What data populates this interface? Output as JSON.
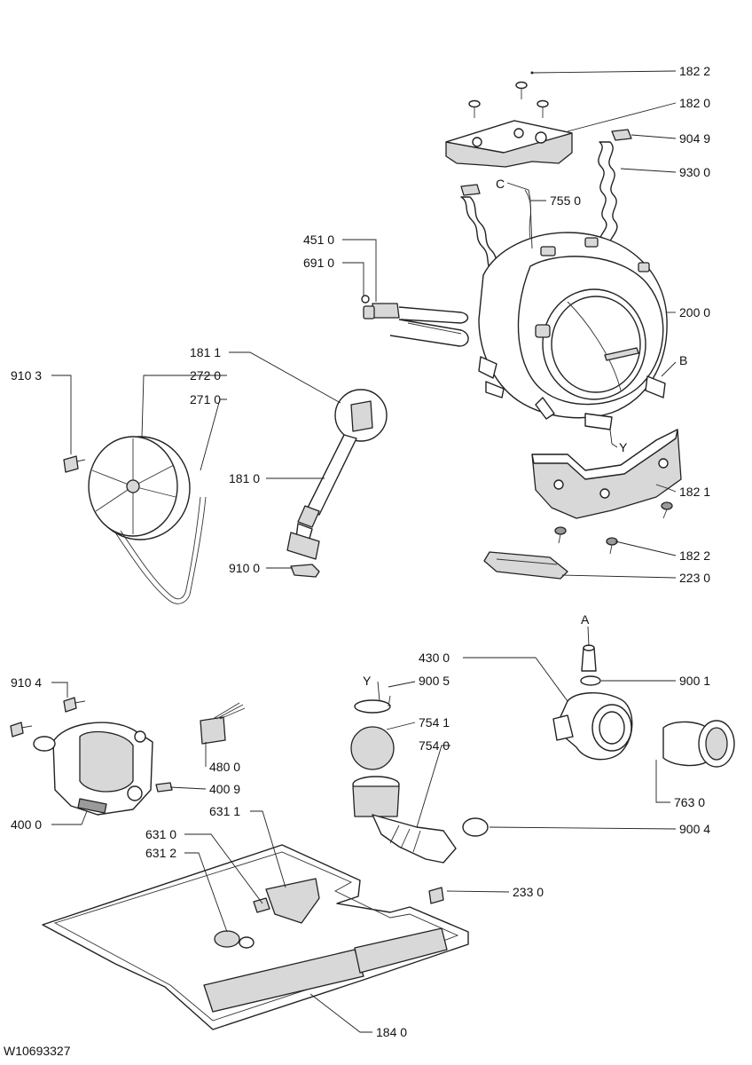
{
  "document_id": "W10693327",
  "callouts": [
    {
      "id": "c1822a",
      "text": "182 2"
    },
    {
      "id": "c1820",
      "text": "182 0"
    },
    {
      "id": "c9049",
      "text": "904 9"
    },
    {
      "id": "c9300",
      "text": "930 0"
    },
    {
      "id": "cC",
      "text": "C"
    },
    {
      "id": "c7550",
      "text": "755 0"
    },
    {
      "id": "c4510",
      "text": "451 0"
    },
    {
      "id": "c6910",
      "text": "691 0"
    },
    {
      "id": "c2000",
      "text": "200 0"
    },
    {
      "id": "cB",
      "text": "B"
    },
    {
      "id": "c1811",
      "text": "181 1"
    },
    {
      "id": "c9103",
      "text": "910 3"
    },
    {
      "id": "c2720",
      "text": "272 0"
    },
    {
      "id": "c2710",
      "text": "271 0"
    },
    {
      "id": "cY1",
      "text": "Y"
    },
    {
      "id": "c1810",
      "text": "181 0"
    },
    {
      "id": "c1821",
      "text": "182 1"
    },
    {
      "id": "c1822b",
      "text": "182 2"
    },
    {
      "id": "c9100",
      "text": "910 0"
    },
    {
      "id": "c2230",
      "text": "223 0"
    },
    {
      "id": "cA",
      "text": "A"
    },
    {
      "id": "c4300",
      "text": "430 0"
    },
    {
      "id": "c9104",
      "text": "910 4"
    },
    {
      "id": "cY2",
      "text": "Y"
    },
    {
      "id": "c9005",
      "text": "900 5"
    },
    {
      "id": "c9001",
      "text": "900 1"
    },
    {
      "id": "c7541",
      "text": "754 1"
    },
    {
      "id": "c7540",
      "text": "754 0"
    },
    {
      "id": "c4800",
      "text": "480 0"
    },
    {
      "id": "c4009",
      "text": "400 9"
    },
    {
      "id": "c7630",
      "text": "763 0"
    },
    {
      "id": "c6311",
      "text": "631 1"
    },
    {
      "id": "c4000",
      "text": "400 0"
    },
    {
      "id": "c9004",
      "text": "900 4"
    },
    {
      "id": "c6310",
      "text": "631 0"
    },
    {
      "id": "c6312",
      "text": "631 2"
    },
    {
      "id": "c2330",
      "text": "233 0"
    },
    {
      "id": "c1840",
      "text": "184 0"
    }
  ]
}
